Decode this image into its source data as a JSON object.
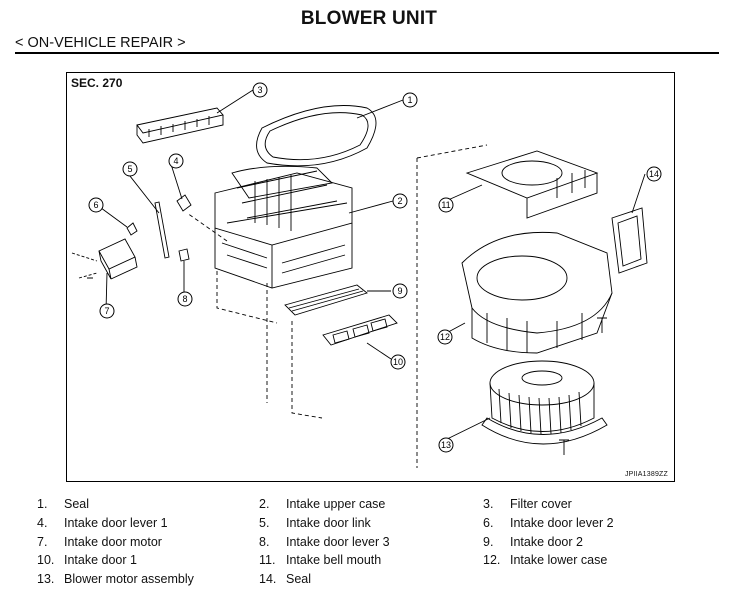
{
  "header": {
    "title": "BLOWER UNIT",
    "subtitle": "< ON-VEHICLE REPAIR >"
  },
  "figure": {
    "section": "SEC. 270",
    "figure_code": "JPIIA1389ZZ",
    "callouts": [
      "1",
      "2",
      "3",
      "4",
      "5",
      "6",
      "7",
      "8",
      "9",
      "10",
      "11",
      "12",
      "13",
      "14"
    ]
  },
  "legend": [
    {
      "num": "1.",
      "text": "Seal"
    },
    {
      "num": "2.",
      "text": "Intake upper case"
    },
    {
      "num": "3.",
      "text": "Filter cover"
    },
    {
      "num": "4.",
      "text": "Intake door lever 1"
    },
    {
      "num": "5.",
      "text": "Intake door link"
    },
    {
      "num": "6.",
      "text": "Intake door lever 2"
    },
    {
      "num": "7.",
      "text": "Intake door motor"
    },
    {
      "num": "8.",
      "text": "Intake door lever 3"
    },
    {
      "num": "9.",
      "text": "Intake door 2"
    },
    {
      "num": "10.",
      "text": "Intake door 1"
    },
    {
      "num": "11.",
      "text": "Intake bell mouth"
    },
    {
      "num": "12.",
      "text": "Intake lower case"
    },
    {
      "num": "13.",
      "text": "Blower motor assembly"
    },
    {
      "num": "14.",
      "text": "Seal"
    }
  ]
}
